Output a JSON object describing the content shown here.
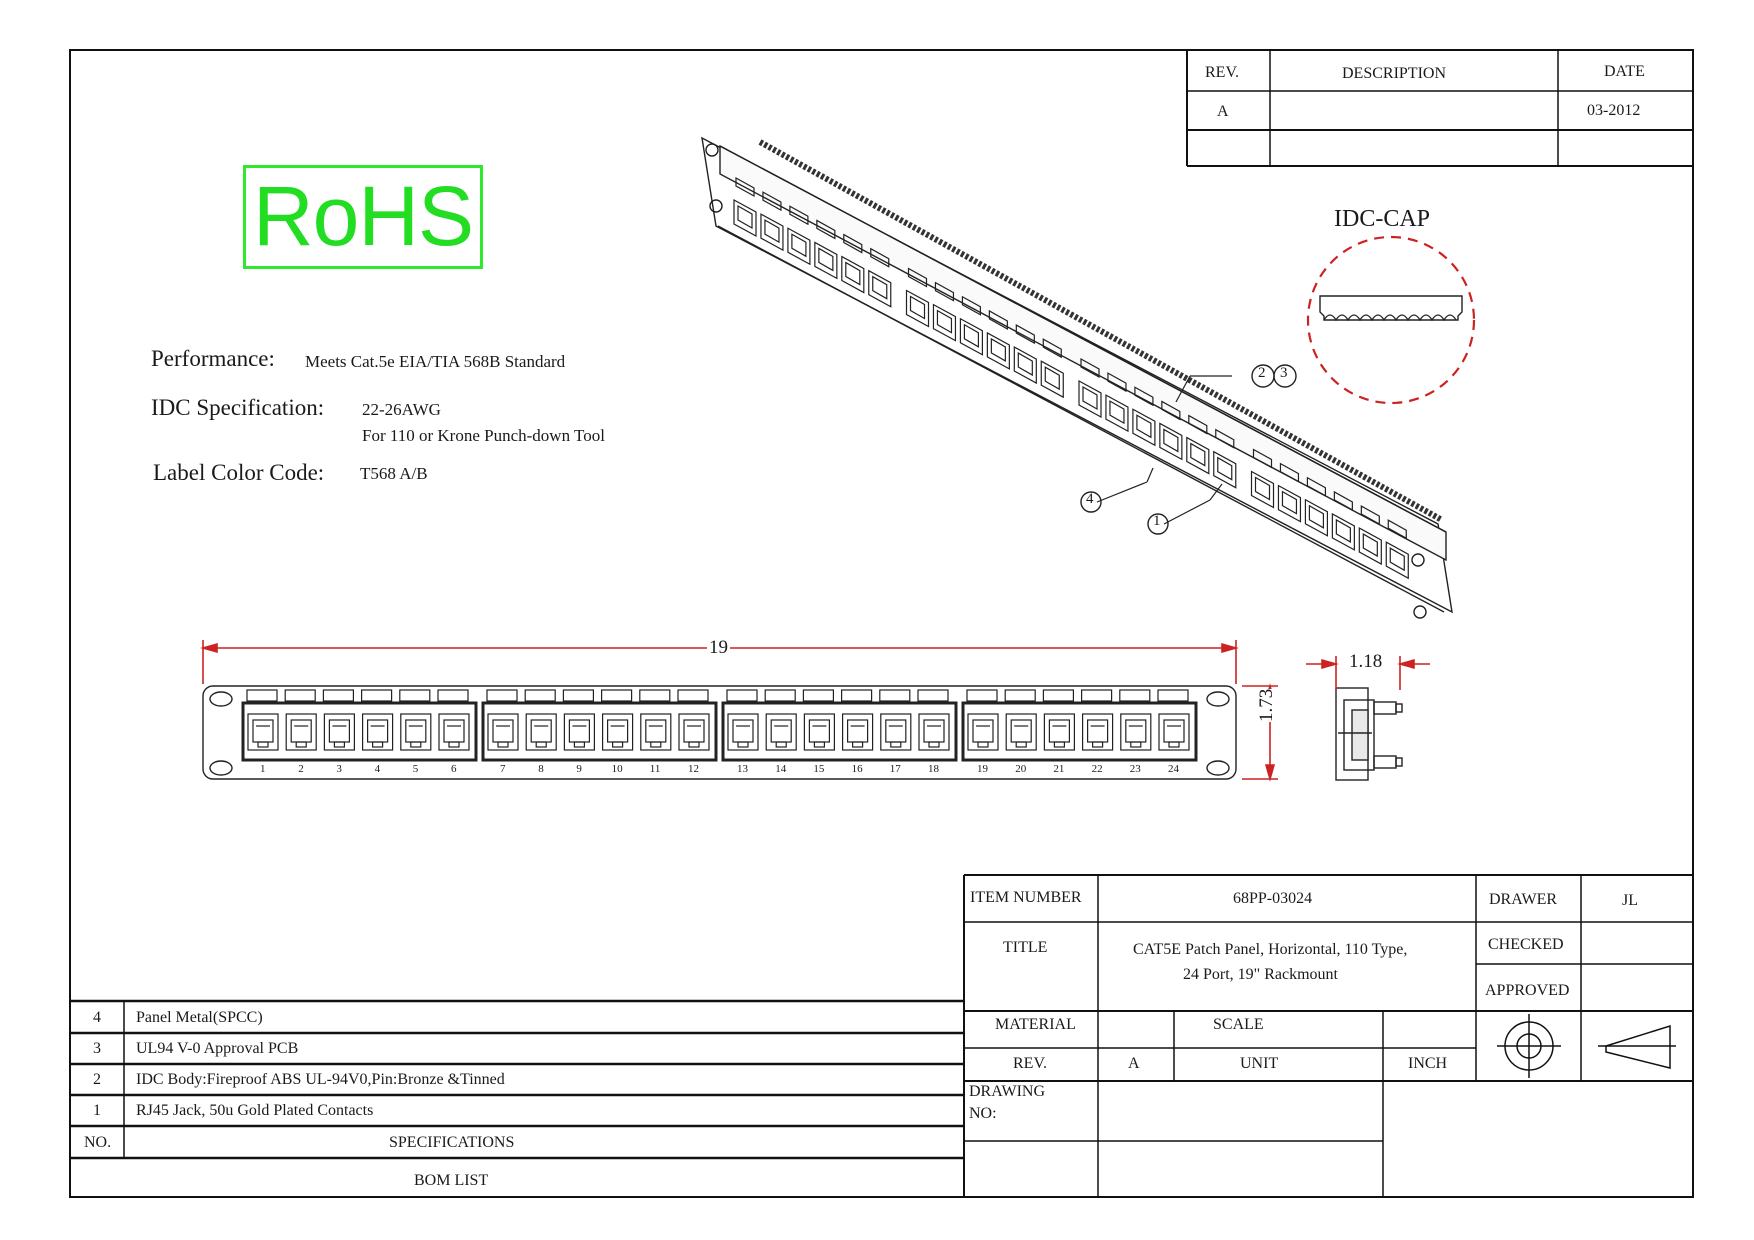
{
  "revision_block": {
    "headers": [
      "REV.",
      "DESCRIPTION",
      "DATE"
    ],
    "rows": [
      [
        "A",
        "",
        "03-2012"
      ]
    ]
  },
  "rohs_label": "RoHS",
  "specs": {
    "performance_label": "Performance:",
    "performance_value": "Meets Cat.5e EIA/TIA 568B Standard",
    "idc_label": "IDC Specification:",
    "idc_value_line1": "22-26AWG",
    "idc_value_line2": "For 110 or Krone Punch-down Tool",
    "color_label": "Label Color Code:",
    "color_value": "T568 A/B"
  },
  "callouts": {
    "idc_cap": "IDC-CAP",
    "c1": "1",
    "c2": "2",
    "c3": "3",
    "c4": "4"
  },
  "dimensions": {
    "width": "19",
    "height": "1.73",
    "depth": "1.18"
  },
  "ports": [
    "1",
    "2",
    "3",
    "4",
    "5",
    "6",
    "7",
    "8",
    "9",
    "10",
    "11",
    "12",
    "13",
    "14",
    "15",
    "16",
    "17",
    "18",
    "19",
    "20",
    "21",
    "22",
    "23",
    "24"
  ],
  "title_block": {
    "item_number_label": "ITEM NUMBER",
    "item_number": "68PP-03024",
    "drawer_label": "DRAWER",
    "drawer": "JL",
    "title_label": "TITLE",
    "title_line1": "CAT5E Patch Panel, Horizontal, 110 Type,",
    "title_line2": "24 Port, 19\" Rackmount",
    "checked_label": "CHECKED",
    "approved_label": "APPROVED",
    "material_label": "MATERIAL",
    "scale_label": "SCALE",
    "rev_label": "REV.",
    "rev": "A",
    "unit_label": "UNIT",
    "unit": "INCH",
    "drawing_no_label_1": "DRAWING",
    "drawing_no_label_2": "NO:"
  },
  "bom": {
    "rows": [
      {
        "no": "4",
        "spec": "Panel Metal(SPCC)"
      },
      {
        "no": "3",
        "spec": "UL94 V-0 Approval PCB"
      },
      {
        "no": "2",
        "spec": "IDC Body:Fireproof ABS UL-94V0,Pin:Bronze &Tinned"
      },
      {
        "no": "1",
        "spec": "RJ45 Jack, 50u Gold Plated Contacts"
      }
    ],
    "no_header": "NO.",
    "spec_header": "SPECIFICATIONS",
    "footer": "BOM LIST"
  },
  "colors": {
    "rohs_green": "#22dd22",
    "dimension_red": "#cc2222",
    "line": "#111111"
  }
}
